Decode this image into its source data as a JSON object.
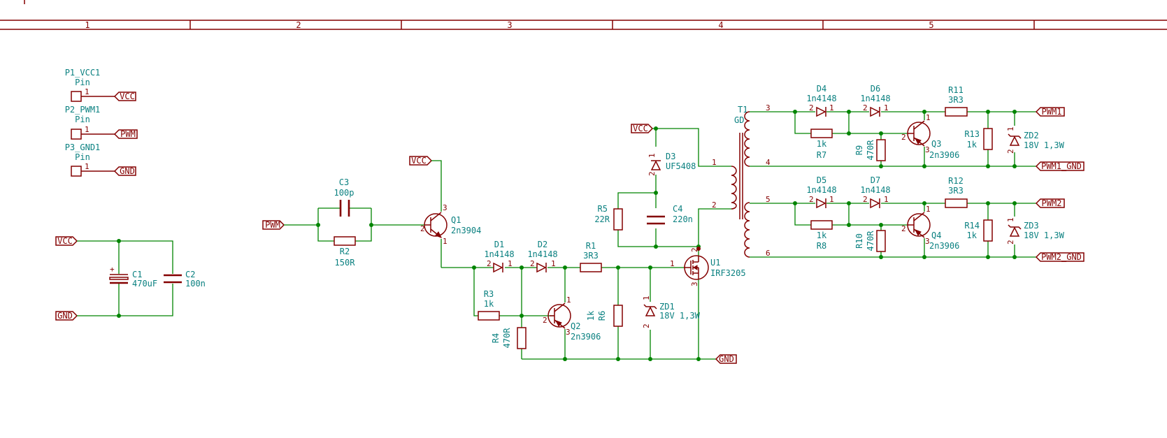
{
  "frame": {
    "columns": [
      "1",
      "2",
      "3",
      "4",
      "5"
    ]
  },
  "connectors": [
    {
      "ref": "P1_VCC1",
      "value": "Pin",
      "pin": "1",
      "net": "VCC"
    },
    {
      "ref": "P2_PWM1",
      "value": "Pin",
      "pin": "1",
      "net": "PWM"
    },
    {
      "ref": "P3_GND1",
      "value": "Pin",
      "pin": "1",
      "net": "GND"
    }
  ],
  "components": {
    "C1": {
      "ref": "C1",
      "value": "470uF"
    },
    "C2": {
      "ref": "C2",
      "value": "100n"
    },
    "C3": {
      "ref": "C3",
      "value": "100p"
    },
    "C4": {
      "ref": "C4",
      "value": "220n"
    },
    "R1": {
      "ref": "R1",
      "value": "3R3"
    },
    "R2": {
      "ref": "R2",
      "value": "150R"
    },
    "R3": {
      "ref": "R3",
      "value": "1k"
    },
    "R4": {
      "ref": "R4",
      "value": "470R"
    },
    "R5": {
      "ref": "R5",
      "value": "22R"
    },
    "R6": {
      "ref": "R6",
      "value": "1k"
    },
    "R7": {
      "ref": "R7",
      "value": "1k"
    },
    "R8": {
      "ref": "R8",
      "value": "1k"
    },
    "R9": {
      "ref": "R9",
      "value": "470R"
    },
    "R10": {
      "ref": "R10",
      "value": "470R"
    },
    "R11": {
      "ref": "R11",
      "value": "3R3"
    },
    "R12": {
      "ref": "R12",
      "value": "3R3"
    },
    "R13": {
      "ref": "R13",
      "value": "1k"
    },
    "R14": {
      "ref": "R14",
      "value": "1k"
    },
    "D1": {
      "ref": "D1",
      "value": "1n4148"
    },
    "D2": {
      "ref": "D2",
      "value": "1n4148"
    },
    "D3": {
      "ref": "D3",
      "value": "UF5408"
    },
    "D4": {
      "ref": "D4",
      "value": "1n4148"
    },
    "D5": {
      "ref": "D5",
      "value": "1n4148"
    },
    "D6": {
      "ref": "D6",
      "value": "1n4148"
    },
    "D7": {
      "ref": "D7",
      "value": "1n4148"
    },
    "ZD1": {
      "ref": "ZD1",
      "value": "18V 1,3W"
    },
    "ZD2": {
      "ref": "ZD2",
      "value": "18V 1,3W"
    },
    "ZD3": {
      "ref": "ZD3",
      "value": "18V 1,3W"
    },
    "Q1": {
      "ref": "Q1",
      "value": "2n3904"
    },
    "Q2": {
      "ref": "Q2",
      "value": "2n3906"
    },
    "Q3": {
      "ref": "Q3",
      "value": "2n3906"
    },
    "Q4": {
      "ref": "Q4",
      "value": "2n3906"
    },
    "U1": {
      "ref": "U1",
      "value": "IRF3205"
    },
    "T1": {
      "ref": "T1",
      "value": "GD"
    }
  },
  "pin_numbers": {
    "one": "1",
    "two": "2",
    "three": "3",
    "four": "4",
    "five": "5",
    "six": "6"
  },
  "polarity_mark": "+",
  "net_labels": {
    "vcc": "VCC",
    "gnd": "GND",
    "pwm": "PWM",
    "pwm1": "PWM1",
    "pwm1_gnd": "PWM1_GND",
    "pwm2": "PWM2",
    "pwm2_gnd": "PWM2_GND"
  },
  "colors": {
    "wire": "#008400",
    "symbol": "#840000",
    "text": "#0a8080",
    "background": "#ffffff"
  }
}
